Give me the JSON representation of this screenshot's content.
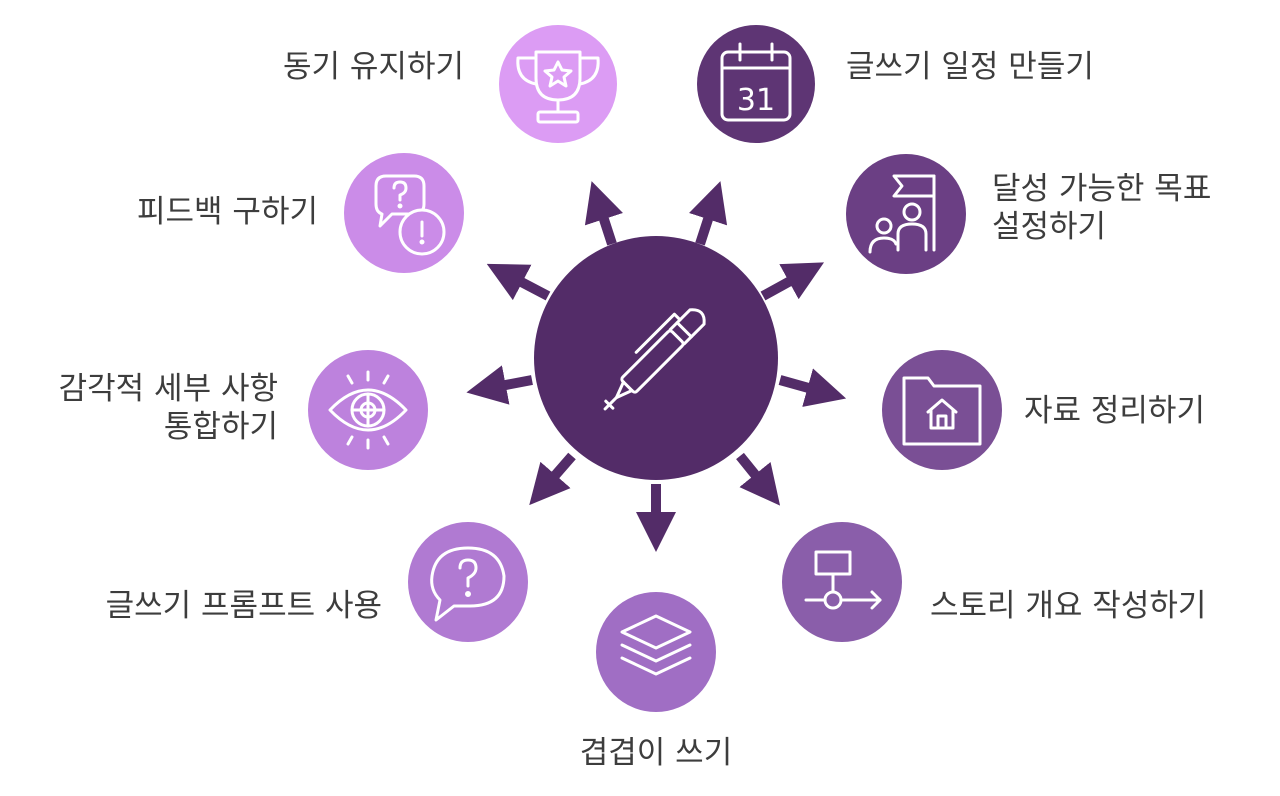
{
  "center": {
    "icon": "pen-icon",
    "color": "#532c68"
  },
  "nodes": [
    {
      "id": "motivation",
      "lines": [
        "동기 유지하기"
      ],
      "icon": "trophy-icon",
      "color": "#dc9cf4"
    },
    {
      "id": "schedule",
      "lines": [
        "글쓰기 일정 만들기"
      ],
      "icon": "calendar-31-icon",
      "color": "#5e3574"
    },
    {
      "id": "feedback",
      "lines": [
        "피드백 구하기"
      ],
      "icon": "question-exclamation-bubbles-icon",
      "color": "#cb8ce8"
    },
    {
      "id": "goals",
      "lines": [
        "달성 가능한 목표",
        "설정하기"
      ],
      "icon": "team-flag-icon",
      "color": "#6b3f84"
    },
    {
      "id": "sensory",
      "lines": [
        "감각적 세부 사항",
        "통합하기"
      ],
      "icon": "eye-target-icon",
      "color": "#bd82dd"
    },
    {
      "id": "materials",
      "lines": [
        "자료 정리하기"
      ],
      "icon": "folder-home-icon",
      "color": "#7a4f95"
    },
    {
      "id": "prompts",
      "lines": [
        "글쓰기 프롬프트 사용"
      ],
      "icon": "question-bubble-icon",
      "color": "#b07ad2"
    },
    {
      "id": "outline",
      "lines": [
        "스토리 개요 작성하기"
      ],
      "icon": "flowchart-icon",
      "color": "#8a5eaa"
    },
    {
      "id": "layers",
      "lines": [
        "겹겹이 쓰기"
      ],
      "icon": "layers-icon",
      "color": "#a06ec4"
    }
  ],
  "arrow_color": "#532c68"
}
